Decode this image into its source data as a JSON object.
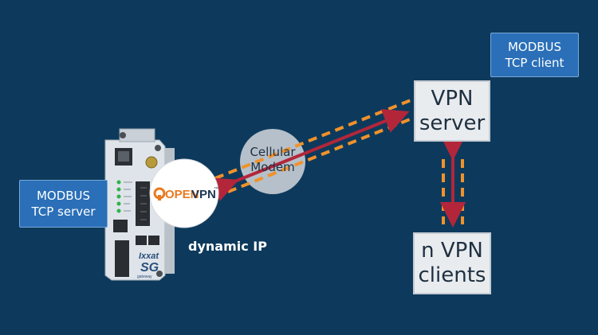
{
  "nodes": {
    "modbus_client": "MODBUS\nTCP client",
    "vpn_server": "VPN\nserver",
    "n_vpn_clients": "n VPN\nclients",
    "modbus_server": "MODBUS\nTCP server",
    "cellular_modem": "Cellular\nModem",
    "dynamic_ip": "dynamic IP"
  },
  "device": {
    "brand": "Ixxat",
    "model": "SG",
    "model_sub": "gateway",
    "logo_text_open": "OPEN",
    "logo_text_vpn": "VPN",
    "trademark": "™",
    "icons": [
      "network-port-icon",
      "antenna-icon",
      "status-led-icon",
      "terminal-block-icon"
    ]
  },
  "colors": {
    "background": "#0d3a5c",
    "box_blue": "#2a6fb8",
    "box_grey": "#e9ecef",
    "arrow_red": "#b3263a",
    "dash_orange": "#f0922b",
    "modem_circle": "#c4ccd4",
    "openvpn_orange": "#ea7a1f"
  }
}
